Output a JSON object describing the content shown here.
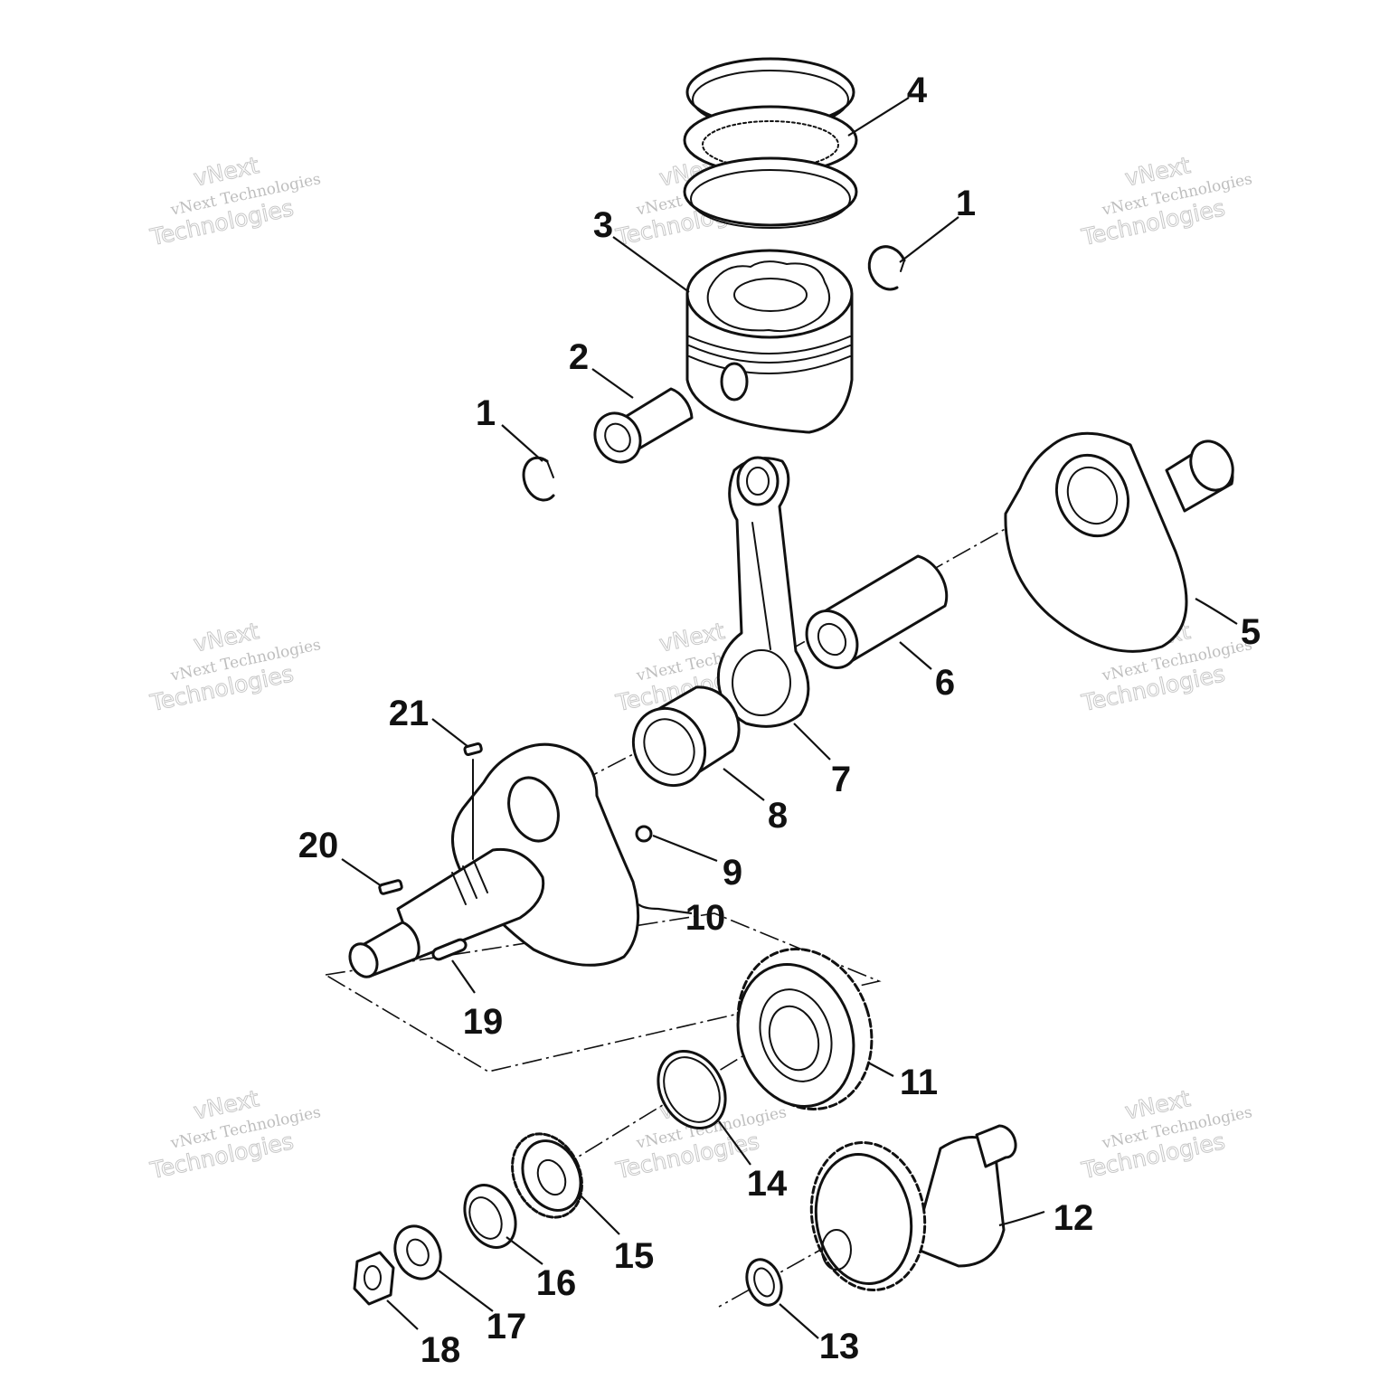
{
  "watermark": {
    "line_small": "vNext Technologies",
    "line_top": "vNext",
    "line_bottom": "Technologies"
  },
  "callouts": [
    {
      "id": "1a",
      "label": "1"
    },
    {
      "id": "1b",
      "label": "1"
    },
    {
      "id": "2",
      "label": "2"
    },
    {
      "id": "3",
      "label": "3"
    },
    {
      "id": "4",
      "label": "4"
    },
    {
      "id": "5",
      "label": "5"
    },
    {
      "id": "6",
      "label": "6"
    },
    {
      "id": "7",
      "label": "7"
    },
    {
      "id": "8",
      "label": "8"
    },
    {
      "id": "9",
      "label": "9"
    },
    {
      "id": "10",
      "label": "10"
    },
    {
      "id": "11",
      "label": "11"
    },
    {
      "id": "12",
      "label": "12"
    },
    {
      "id": "13",
      "label": "13"
    },
    {
      "id": "14",
      "label": "14"
    },
    {
      "id": "15",
      "label": "15"
    },
    {
      "id": "16",
      "label": "16"
    },
    {
      "id": "17",
      "label": "17"
    },
    {
      "id": "18",
      "label": "18"
    },
    {
      "id": "19",
      "label": "19"
    },
    {
      "id": "20",
      "label": "20"
    },
    {
      "id": "21",
      "label": "21"
    }
  ]
}
